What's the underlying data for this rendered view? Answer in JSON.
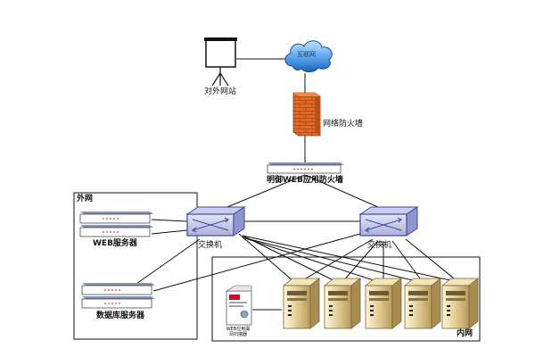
{
  "labels": {
    "internet": "互联网",
    "external_site": "对外网站",
    "network_firewall": "网络防火墙",
    "web_app_firewall": "明御WEB应用防火墙",
    "outer_zone": "外网",
    "web_servers": "WEB服务器",
    "db_servers": "数据库服务器",
    "switch_left": "交换机",
    "switch_right": "交换机",
    "inner_zone": "内网",
    "scanner_device": "WEB应用漏洞扫描器"
  },
  "colors": {
    "cloud": "#2e7dd6",
    "firewall": "#d9601e",
    "switch": "#3b47a8",
    "appliance": "#1f2a48",
    "server": "#d8c08a",
    "line": "#111111"
  },
  "icons": {
    "internet": "cloud-icon",
    "external_site": "projector-screen-icon",
    "network_firewall": "brick-firewall-icon",
    "switch": "network-switch-icon",
    "server": "tower-server-icon",
    "appliance": "rack-appliance-icon",
    "scanner": "scanner-device-icon"
  }
}
